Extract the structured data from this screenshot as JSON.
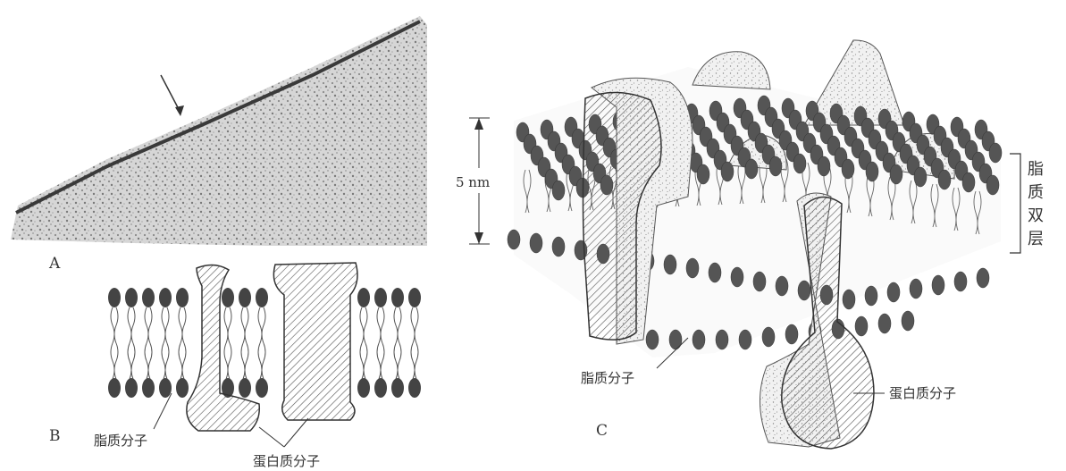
{
  "panels": {
    "a": {
      "letter": "A"
    },
    "b": {
      "letter": "B",
      "lipid_label": "脂质分子",
      "protein_label": "蛋白质分子"
    },
    "c": {
      "letter": "C",
      "scale_label": "5 nm",
      "bilayer_label_chars": [
        "脂",
        "质",
        "双",
        "层"
      ],
      "lipid_label": "脂质分子",
      "protein_label": "蛋白质分子"
    }
  },
  "colors": {
    "ink": "#333333",
    "hatch": "#555555",
    "stipple": "#888888",
    "background": "#ffffff"
  }
}
